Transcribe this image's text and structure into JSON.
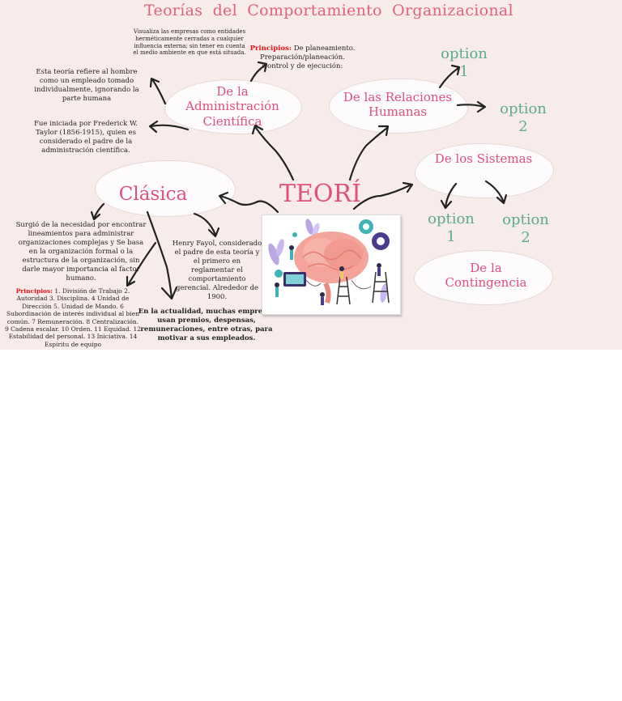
{
  "title": "Teorías  del  Comportamiento  Organizacional",
  "center": "TEORÍ",
  "nodes": {
    "administracion": "De la Administración Científica",
    "relaciones": "De las Relaciones Humanas",
    "sistemas": "De los Sistemas",
    "contingencia": "De la Contingencia",
    "clasica": "Clásica"
  },
  "options": {
    "relaciones_1": "option 1",
    "relaciones_2": "option 2",
    "sistemas_1": "option 1",
    "sistemas_2": "option 2"
  },
  "texts": {
    "visualiza": "Visualiza las empresas como entidades herméticamente cerradas a cualquier influencia externa; sin tener en cuenta el medio ambiente en que está situada.",
    "principios_admin_label": "Principios:",
    "principios_admin_text": " De planeamiento. Preparación/planeación. Control y de ejecución:",
    "hombre": "Esta teoría refiere al hombre como un empleado tomado individualmente, ignorando la parte humana",
    "taylor": "Fue iniciada por Frederick W. Taylor (1856-1915), quien es considerado el padre de la administración científica.",
    "surgio": "Surgió de la necesidad por encontrar lineamientos para administrar organizaciones complejas y Se basa en la organización formal o la estructura de la organización, sin darle mayor importancia al factor humano.",
    "fayol": "Henry Fayol, considerado el padre de esta teoría y el primero en reglamentar el comportamiento gerencial. Alrededor de 1900.",
    "principios_clasica_label": "Principios:",
    "principios_clasica_text": " 1. División de Trabajo 2. Autoridad 3. Disciplina. 4 Unidad de Dirección 5. Unidad de Mando. 6 Subordinación de interés individual al bien común. 7 Remuneración. 8 Centralización. 9 Cadena escalar. 10 Orden. 11 Equidad. 12 Estabilidad del personal. 13 Iniciativa. 14 Espíritu de equipo",
    "actualidad": "En la actualidad, muchas empresas usan premios, despensas, remuneraciones, entre otras, para motivar a sus empleados."
  },
  "colors": {
    "background": "#f8eceb",
    "pink": "#e0507a",
    "green": "#5bab8a",
    "red": "#e8141a"
  },
  "image": {
    "subject": "brain-illustration"
  }
}
